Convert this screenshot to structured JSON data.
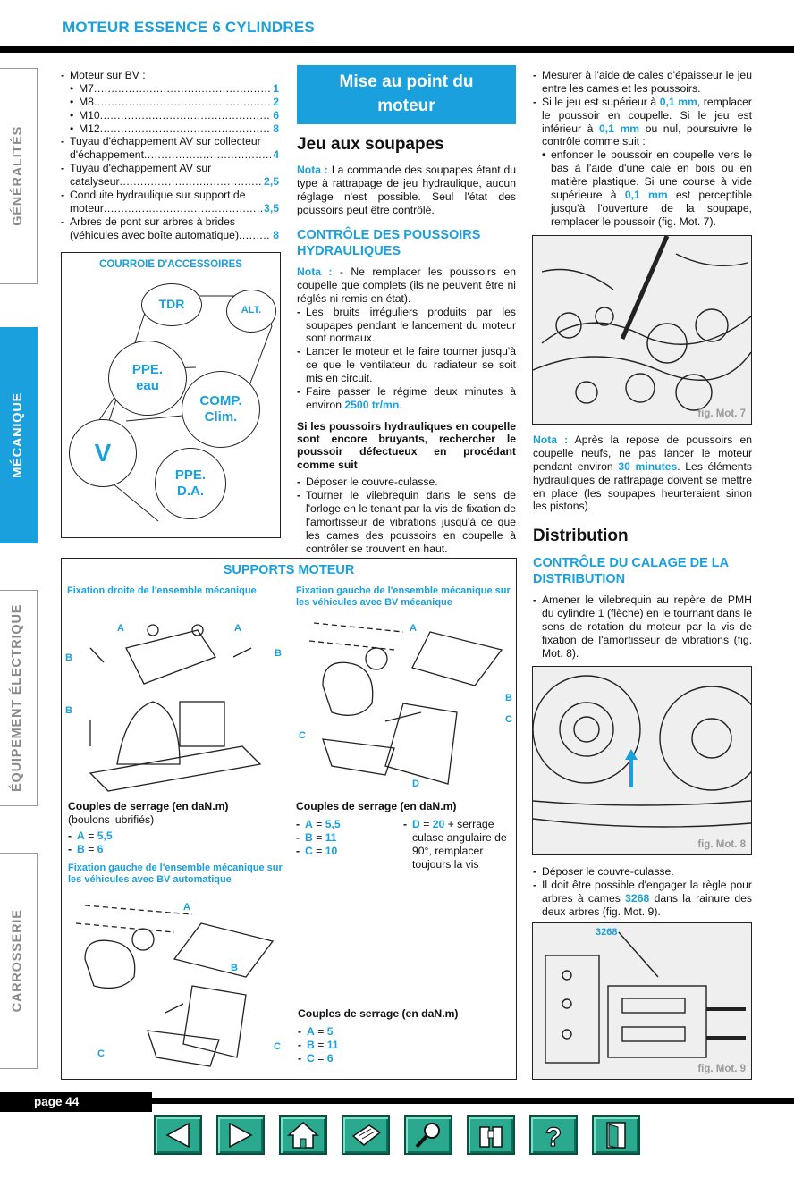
{
  "header": {
    "title": "MOTEUR ESSENCE 6 CYLINDRES"
  },
  "tabs": [
    {
      "label": "GÉNÉRALITÉS",
      "active": false
    },
    {
      "label": "MÉCANIQUE",
      "active": true
    },
    {
      "label": "ÉQUIPEMENT ÉLECTRIQUE",
      "active": false
    },
    {
      "label": "CARROSSERIE",
      "active": false
    }
  ],
  "col1": {
    "intro": "Moteur sur BV :",
    "bolts": [
      {
        "label": "M7",
        "value": "1"
      },
      {
        "label": "M8",
        "value": "2"
      },
      {
        "label": "M10",
        "value": "6"
      },
      {
        "label": "M12",
        "value": "8"
      }
    ],
    "items": [
      {
        "line1": "Tuyau d'échappement AV sur collecteur",
        "line2": "d'échappement",
        "value": "4"
      },
      {
        "line1": "Tuyau d'échappement AV sur",
        "line2": "catalyseur",
        "value": "2,5"
      },
      {
        "line1": "Conduite hydraulique sur support de",
        "line2": "moteur",
        "value": "3,5"
      },
      {
        "line1": "Arbres de pont sur arbres à brides",
        "line2": "(véhicules avec boîte automatique)",
        "value": "8"
      }
    ],
    "belt": {
      "title": "COURROIE D'ACCESSOIRES",
      "pulleys": {
        "tdr": "TDR",
        "alt": "ALT.",
        "ppe_eau_1": "PPE.",
        "ppe_eau_2": "eau",
        "comp_1": "COMP.",
        "comp_2": "Clim.",
        "v": "V",
        "ppe_da_1": "PPE.",
        "ppe_da_2": "D.A."
      }
    }
  },
  "col2": {
    "title_line1": "Mise au point du",
    "title_line2": "moteur",
    "h_jeu": "Jeu aux soupapes",
    "nota_label": "Nota :",
    "nota_text": "La commande des soupapes étant du type à rattrapage de jeu hydraulique, aucun réglage n'est possible. Seul l'état des poussoirs peut être contrôlé.",
    "h_controle": "CONTRÔLE DES POUSSOIRS HYDRAULIQUES",
    "nota2_label": "Nota :",
    "nota2_text": "- Ne remplacer les poussoirs en coupelle que complets (ils ne peuvent être ni réglés ni remis en état).",
    "p1": "Les bruits irréguliers produits par les soupapes pendant le lancement du moteur sont normaux.",
    "p2": "Lancer le moteur et le faire tourner jusqu'à ce que le ventilateur du radiateur se soit mis en circuit.",
    "p3a": "Faire passer le régime deux minutes à environ",
    "p3b": "2500 tr/mn",
    "p3c": ".",
    "bold_para": "Si les poussoirs hydrauliques en coupelle sont encore bruyants, rechercher le poussoir défectueux en procédant comme suit",
    "p4": "Déposer le couvre-culasse.",
    "p5": "Tourner le vilebrequin dans le sens de l'orloge en le tenant par la vis de fixation de l'amortisseur de vibrations jusqu'à ce que les cames des poussoirs en coupelle à contrôler se trouvent en haut."
  },
  "col3": {
    "p1": "Mesurer à l'aide de cales d'épaisseur le jeu entre les cames et les poussoirs.",
    "p2a": "Si le jeu est supérieur à",
    "p2b": "0,1 mm",
    "p2c": ", remplacer le poussoir en coupelle. Si le jeu est inférieur à",
    "p2d": "0,1 mm",
    "p2e": "ou nul, poursuivre le contrôle comme suit :",
    "p3a": "enfoncer le poussoir en coupelle vers le bas à l'aide d'une cale en bois ou en matière plastique. Si une course à vide supérieure à",
    "p3b": "0,1 mm",
    "p3c": "est perceptible jusqu'à l'ouverture de la soupape, remplacer le poussoir (fig. Mot. 7).",
    "fig7": "fig. Mot. 7",
    "nota_label": "Nota :",
    "nota_a": "Après la repose de poussoirs en coupelle neufs, ne pas lancer le moteur pendant environ",
    "nota_b": "30 minutes",
    "nota_c": ". Les éléments hydrauliques de rattrapage doivent se mettre en place (les soupapes heurteraient sinon les pistons).",
    "h_distribution": "Distribution",
    "h_calage": "CONTRÔLE DU CALAGE DE LA DISTRIBUTION",
    "p4": "Amener le vilebrequin au repère de PMH du cylindre 1 (flèche) en le tournant dans le sens de rotation du moteur par la vis de fixation de l'amortisseur de vibrations (fig. Mot. 8).",
    "fig8": "fig. Mot. 8",
    "p5": "Déposer le couvre-culasse.",
    "p6a": "Il doit être possible d'engager la règle pour arbres à cames",
    "p6b": "3268",
    "p6c": "dans la rainure des deux arbres (fig. Mot. 9).",
    "fig9_tool": "3268",
    "fig9": "fig. Mot. 9"
  },
  "supports": {
    "title": "SUPPORTS MOTEUR",
    "left_heading": "Fixation droite de l'ensemble mécanique",
    "right_heading": "Fixation gauche de l'ensemble mécanique sur les véhicules avec BV mécanique",
    "torque_title": "Couples de serrage (en daN.m)",
    "torque_note": "(boulons lubrifiés)",
    "left_torques": [
      {
        "k": "A",
        "v": "5,5"
      },
      {
        "k": "B",
        "v": "6"
      }
    ],
    "right_torques": [
      {
        "k": "A",
        "v": "5,5"
      },
      {
        "k": "B",
        "v": "11"
      },
      {
        "k": "C",
        "v": "10"
      }
    ],
    "right_d_key": "D",
    "right_d_val": "20",
    "right_d_text": "+ serrage culase angulaire de 90°, remplacer toujours la vis",
    "auto_heading": "Fixation gauche de l'ensemble mécanique sur les véhicules avec BV automatique",
    "auto_torque_title": "Couples de serrage (en daN.m)",
    "auto_torques": [
      {
        "k": "A",
        "v": "5"
      },
      {
        "k": "B",
        "v": "11"
      },
      {
        "k": "C",
        "v": "6"
      }
    ],
    "callouts": {
      "a": "A",
      "b": "B",
      "c": "C",
      "d": "D"
    }
  },
  "footer": {
    "page": "page 44"
  },
  "nav": [
    "previous-page",
    "next-page",
    "home",
    "print",
    "search",
    "find",
    "help",
    "exit"
  ]
}
